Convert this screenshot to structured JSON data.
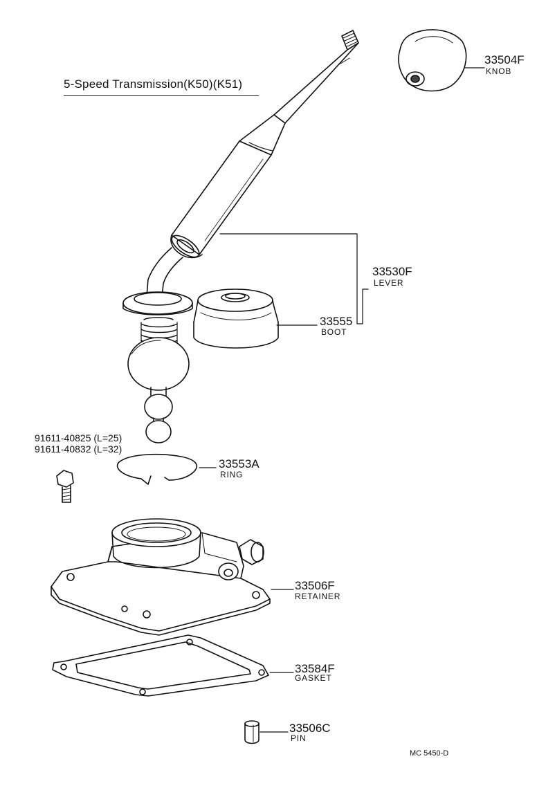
{
  "diagram": {
    "title": "5-Speed Transmission(K50)(K51)",
    "figure_code": "MC 5450-D",
    "parts": {
      "knob": {
        "number": "33504F",
        "name": "KNOB"
      },
      "lever": {
        "number": "33530F",
        "name": "LEVER"
      },
      "boot": {
        "number": "33555",
        "name": "BOOT"
      },
      "ring": {
        "number": "33553A",
        "name": "RING"
      },
      "retainer": {
        "number": "33506F",
        "name": "RETAINER"
      },
      "gasket": {
        "number": "33584F",
        "name": "GASKET"
      },
      "pin": {
        "number": "33506C",
        "name": "PIN"
      }
    },
    "bolts": [
      {
        "number": "91611-40825 (L=25)"
      },
      {
        "number": "91611-40832 (L=32)"
      }
    ]
  }
}
